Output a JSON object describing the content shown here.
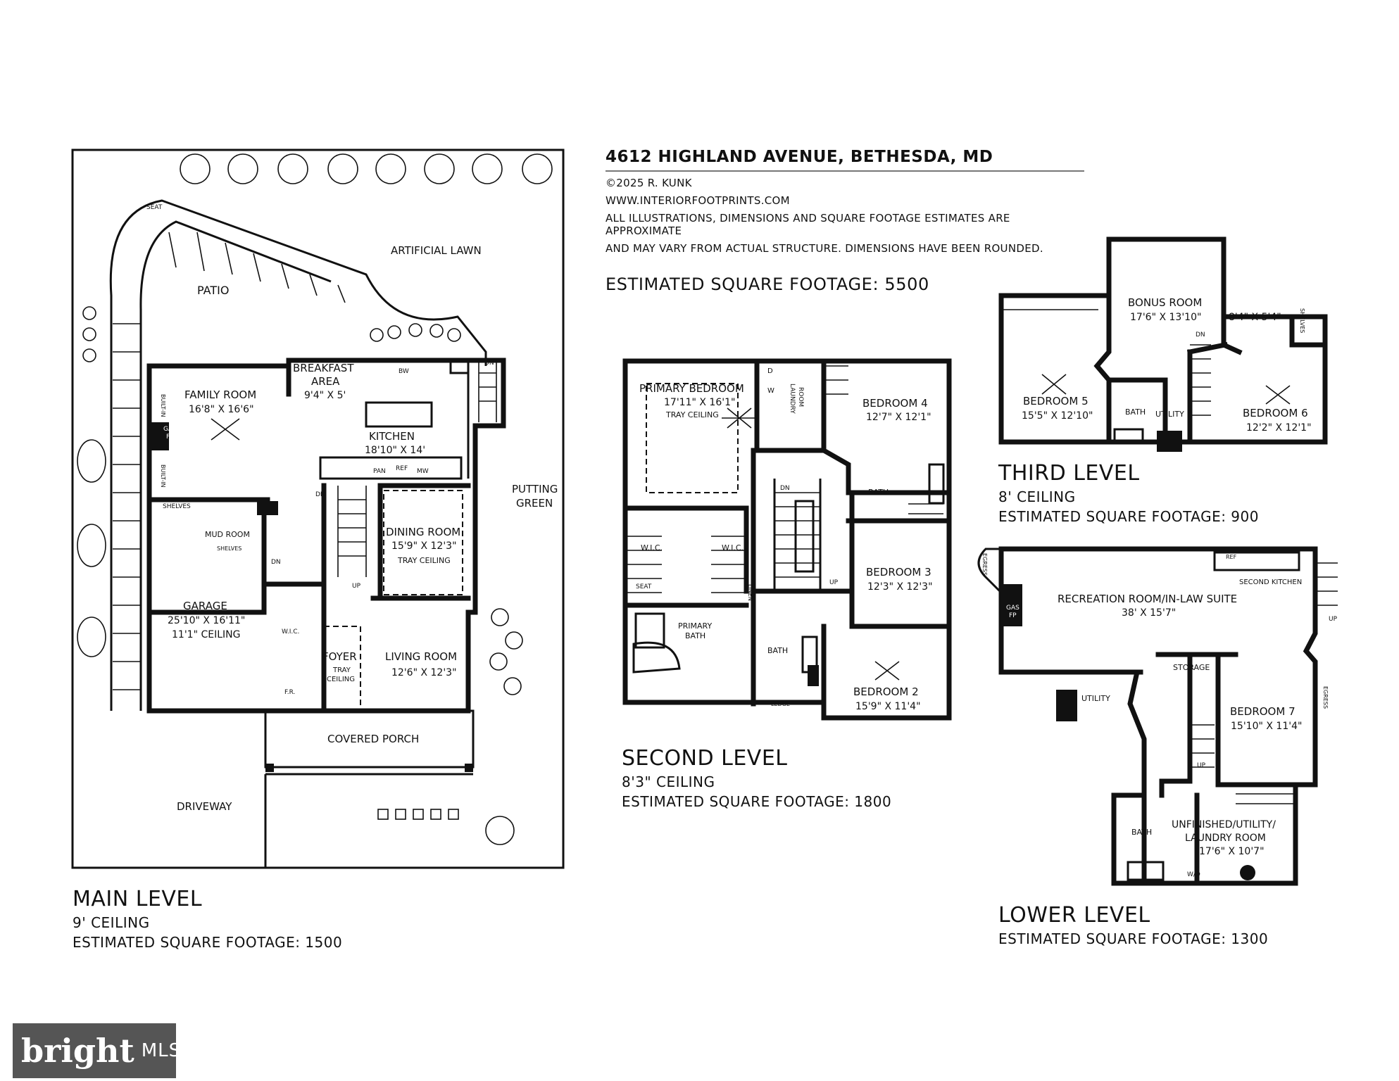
{
  "header": {
    "address": "4612 HIGHLAND AVENUE, BETHESDA, MD",
    "copyright": "©2025 R. KUNK",
    "website": "WWW.INTERIORFOOTPRINTS.COM",
    "disclaimer_1": "ALL ILLUSTRATIONS, DIMENSIONS AND SQUARE FOOTAGE ESTIMATES ARE APPROXIMATE",
    "disclaimer_2": "AND MAY VARY FROM ACTUAL STRUCTURE. DIMENSIONS HAVE BEEN ROUNDED.",
    "total_sqft": "ESTIMATED SQUARE FOOTAGE: 5500"
  },
  "levels": {
    "main": {
      "name": "MAIN LEVEL",
      "ceiling": "9' CEILING",
      "sqft": "ESTIMATED SQUARE FOOTAGE: 1500"
    },
    "second": {
      "name": "SECOND LEVEL",
      "ceiling": "8'3\" CEILING",
      "sqft": "ESTIMATED SQUARE FOOTAGE: 1800"
    },
    "third": {
      "name": "THIRD LEVEL",
      "ceiling": "8' CEILING",
      "sqft": "ESTIMATED SQUARE FOOTAGE: 900"
    },
    "lower": {
      "name": "LOWER LEVEL",
      "sqft": "ESTIMATED SQUARE FOOTAGE: 1300"
    }
  },
  "main_labels": {
    "seat": "SEAT",
    "artificial_lawn": "ARTIFICIAL LAWN",
    "patio": "PATIO",
    "breakfast_1": "BREAKFAST",
    "breakfast_2": "AREA",
    "breakfast_dim": "9'4\" X 5'",
    "family_room": "FAMILY ROOM",
    "family_dim": "16'8\" X 16'6\"",
    "built_in": "BUILT-IN",
    "gas_fp_1": "GAS",
    "gas_fp_2": "FP",
    "kitchen": "KITCHEN",
    "kitchen_dim": "18'10\" X 14'",
    "bw": "BW",
    "pan": "PAN",
    "ref": "REF",
    "mw": "MW",
    "putting_1": "PUTTING",
    "putting_2": "GREEN",
    "shelves": "SHELVES",
    "mud_room": "MUD ROOM",
    "dining_room": "DINING ROOM",
    "dining_dim": "15'9\" X 12'3\"",
    "tray_ceiling": "TRAY CEILING",
    "garage": "GARAGE",
    "garage_dim": "25'10\" X 16'11\"",
    "garage_ceiling": "11'1\" CEILING",
    "wic": "W.I.C.",
    "foyer": "FOYER",
    "tray": "TRAY",
    "ceiling": "CEILING",
    "living_room": "LIVING ROOM",
    "living_dim": "12'6\" X 12'3\"",
    "fr": "F.R.",
    "covered_porch": "COVERED PORCH",
    "driveway": "DRIVEWAY",
    "dn": "DN",
    "up": "UP"
  },
  "second_labels": {
    "primary_bedroom": "PRIMARY BEDROOM",
    "primary_dim": "17'11\" X 16'1\"",
    "tray_ceiling": "TRAY CEILING",
    "d": "D",
    "w": "W",
    "laundry_1": "LAUNDRY",
    "laundry_2": "ROOM",
    "bedroom4": "BEDROOM 4",
    "bedroom4_dim": "12'7\" X 12'1\"",
    "bath": "BATH",
    "dn": "DN",
    "up": "UP",
    "wic": "W.I.C.",
    "bedroom3": "BEDROOM 3",
    "bedroom3_dim": "12'3\" X 12'3\"",
    "seat": "SEAT",
    "linen": "LINEN",
    "primary_bath_1": "PRIMARY",
    "primary_bath_2": "BATH",
    "bedroom2": "BEDROOM 2",
    "bedroom2_dim": "15'9\" X 11'4\"",
    "ledge": "LEDGE"
  },
  "third_labels": {
    "bonus_room": "BONUS ROOM",
    "bonus_dim": "17'6\" X 13'10\"",
    "closet_dim": "8'4\" X 5'4\"",
    "shelves": "SHELVES",
    "dn": "DN",
    "bedroom5": "BEDROOM 5",
    "bedroom5_dim": "15'5\" X 12'10\"",
    "bath": "BATH",
    "utility": "UTILITY",
    "bedroom6": "BEDROOM 6",
    "bedroom6_dim": "12'2\" X 12'1\""
  },
  "lower_labels": {
    "egress": "EGRESS",
    "ref": "REF",
    "second_kitchen": "SECOND KITCHEN",
    "recreation": "RECREATION ROOM/IN-LAW SUITE",
    "recreation_dim": "38' X 15'7\"",
    "gas_1": "GAS",
    "gas_2": "FP",
    "up": "UP",
    "storage": "STORAGE",
    "utility": "UTILITY",
    "bedroom7": "BEDROOM 7",
    "bedroom7_dim": "15'10\" X 11'4\"",
    "bath": "BATH",
    "unfinished_1": "UNFINISHED/UTILITY/",
    "unfinished_2": "LAUNDRY ROOM",
    "unfinished_dim": "17'6\" X 10'7\"",
    "wd": "W/D"
  },
  "logo": {
    "brand": "bright",
    "suffix": "MLS"
  }
}
